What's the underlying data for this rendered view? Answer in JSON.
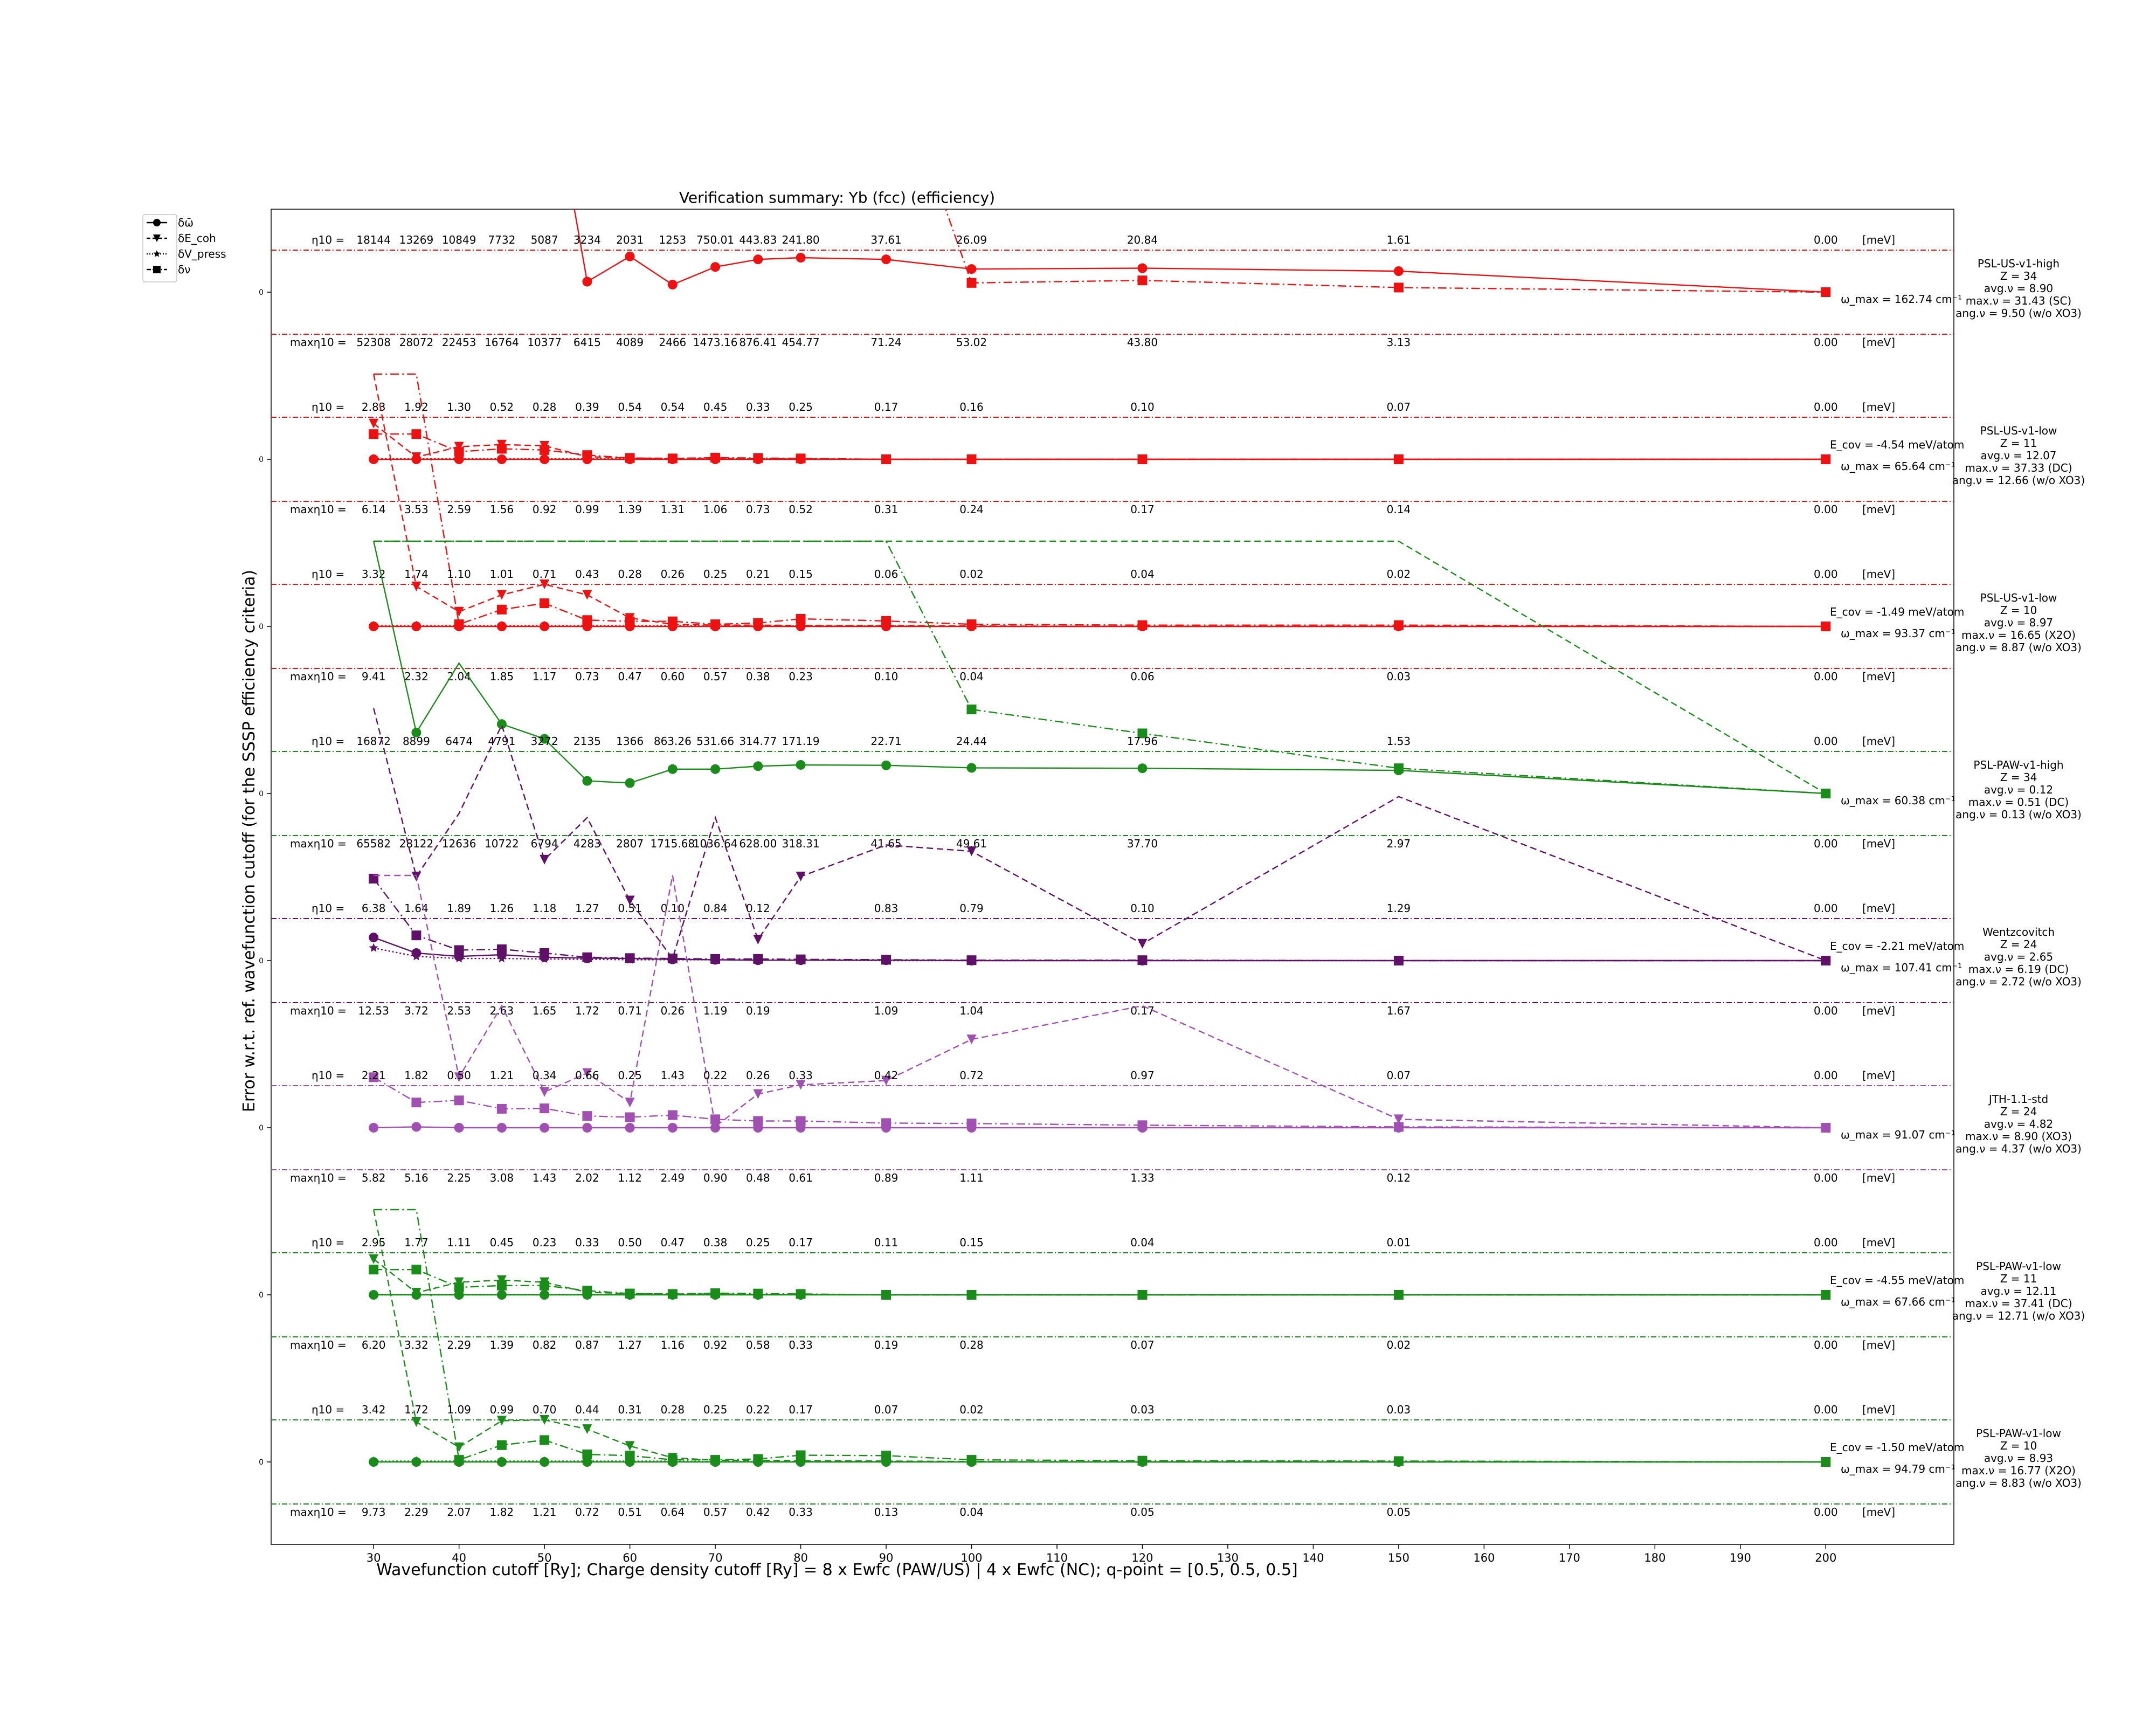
{
  "chart_data": {
    "type": "line",
    "title": "Verification summary: Yb (fcc) (efficiency)",
    "xlabel": "Wavefunction cutoff [Ry]; Charge density cutoff [Ry] = 8 x Ewfc (PAW/US) | 4 x Ewfc (NC); q-point = [0.5, 0.5, 0.5]",
    "ylabel": "Error w.r.t. ref. wavefunction cutoff (for the SSSP efficiency criteria)",
    "xlim": [
      18,
      215
    ],
    "x_ticks": [
      30,
      40,
      50,
      60,
      70,
      80,
      90,
      100,
      110,
      120,
      130,
      140,
      150,
      160,
      170,
      180,
      190,
      200
    ],
    "x": [
      30,
      35,
      40,
      45,
      50,
      55,
      60,
      65,
      70,
      75,
      80,
      90,
      100,
      120,
      150,
      200
    ],
    "grid": false,
    "legend_position": "top-left outside",
    "zero_tick": "0",
    "eta_label": "η10 =",
    "max_eta_label": "maxη10 =",
    "unit_label": "[meV]",
    "legend": [
      {
        "label": "δω̄",
        "style": "solid",
        "marker": "circle"
      },
      {
        "label": "δE_coh",
        "style": "dashed",
        "marker": "triangle-down"
      },
      {
        "label": "δV_press",
        "style": "dotted",
        "marker": "star"
      },
      {
        "label": "δν",
        "style": "dashdot",
        "marker": "square"
      }
    ],
    "bands": [
      {
        "name": "PSL-US-v1-high",
        "color": "#ee1111",
        "eta_values": [
          "18144",
          "13269",
          "10849",
          "7732",
          "5087",
          "3234",
          "2031",
          "1253",
          "750.01",
          "443.83",
          "241.80",
          "37.61",
          "26.09",
          "20.84",
          "1.61",
          "0.00"
        ],
        "max_eta_values": [
          "52308",
          "28072",
          "22453",
          "16764",
          "10377",
          "6415",
          "4089",
          "2466",
          "1473.16",
          "876.41",
          "454.77",
          "71.24",
          "53.02",
          "43.80",
          "3.13",
          "0.00"
        ],
        "meta": [
          "PSL-US-v1-high",
          "Z = 34",
          "avg.ν = 8.90",
          "max.ν = 31.43 (SC)",
          "ang.ν = 9.50 (w/o XO3)"
        ],
        "ecov": "",
        "omega": "ω_max = 162.74 cm⁻¹",
        "series": {
          "omega": [
            6.0,
            3.5,
            6.0,
            6.0,
            6.0,
            0.25,
            0.85,
            0.18,
            0.6,
            0.78,
            0.82,
            0.78,
            0.55,
            0.57,
            0.5,
            0.0
          ],
          "ecoh": [
            6.0,
            6.0,
            6.0,
            6.0,
            6.0,
            6.0,
            6.0,
            6.0,
            6.0,
            6.0,
            6.0,
            6.0,
            6.0,
            null,
            null,
            null
          ],
          "press": [],
          "nu": [
            6.0,
            6.0,
            6.0,
            6.0,
            6.0,
            6.0,
            6.0,
            6.0,
            6.0,
            6.0,
            6.0,
            6.0,
            0.22,
            0.28,
            0.11,
            0.0
          ]
        }
      },
      {
        "name": "PSL-US-v1-low",
        "color": "#ee1111",
        "eta_values": [
          "2.83",
          "1.92",
          "1.30",
          "0.52",
          "0.28",
          "0.39",
          "0.54",
          "0.54",
          "0.45",
          "0.33",
          "0.25",
          "0.17",
          "0.16",
          "0.10",
          "0.07",
          "0.00"
        ],
        "max_eta_values": [
          "6.14",
          "3.53",
          "2.59",
          "1.56",
          "0.92",
          "0.99",
          "1.39",
          "1.31",
          "1.06",
          "0.73",
          "0.52",
          "0.31",
          "0.24",
          "0.17",
          "0.14",
          "0.00"
        ],
        "meta": [
          "PSL-US-v1-low",
          "Z = 11",
          "avg.ν = 12.07",
          "max.ν = 37.33 (DC)",
          "ang.ν = 12.66 (w/o XO3)"
        ],
        "ecov": "E_cov = -4.54 meV/atom",
        "omega": "ω_max = 65.64 cm⁻¹",
        "series": {
          "omega": [
            0,
            0,
            0,
            0,
            0,
            0,
            0,
            0,
            0,
            0,
            0,
            0,
            0,
            0,
            0,
            0
          ],
          "ecoh": [
            0.85,
            0.05,
            0.3,
            0.35,
            0.32,
            0.06,
            0.03,
            0.02,
            0.02,
            0.01,
            0.01,
            0.0,
            0.0,
            0.0,
            0.0,
            0.0
          ],
          "press": [
            0.01,
            0.01,
            0.01,
            0.01,
            0.01,
            0.01,
            0.01,
            0.01,
            0.01,
            0.01,
            0.01,
            0.0,
            0.0,
            0.0,
            0.0,
            0.0
          ],
          "nu": [
            0.6,
            0.6,
            0.18,
            0.25,
            0.22,
            0.1,
            0.03,
            0.02,
            0.04,
            0.03,
            0.02,
            0.0,
            0.0,
            0.0,
            0.0,
            0.0
          ]
        }
      },
      {
        "name": "PSL-US-v1-low",
        "color": "#ee1111",
        "eta_values": [
          "3.32",
          "1.74",
          "1.10",
          "1.01",
          "0.71",
          "0.43",
          "0.28",
          "0.26",
          "0.25",
          "0.21",
          "0.15",
          "0.06",
          "0.02",
          "0.04",
          "0.02",
          "0.00"
        ],
        "max_eta_values": [
          "9.41",
          "2.32",
          "2.04",
          "1.85",
          "1.17",
          "0.73",
          "0.47",
          "0.60",
          "0.57",
          "0.38",
          "0.23",
          "0.10",
          "0.04",
          "0.06",
          "0.03",
          "0.00"
        ],
        "meta": [
          "PSL-US-v1-low",
          "Z = 10",
          "avg.ν = 8.97",
          "max.ν = 16.65 (X2O)",
          "ang.ν = 8.87 (w/o XO3)"
        ],
        "ecov": "E_cov = -1.49 meV/atom",
        "omega": "ω_max = 93.37 cm⁻¹",
        "series": {
          "omega": [
            0,
            0,
            0,
            0,
            0,
            0,
            0,
            0,
            0,
            0,
            0,
            0,
            0,
            0,
            0,
            0
          ],
          "ecoh": [
            6.0,
            0.95,
            0.35,
            0.75,
            1.0,
            0.75,
            0.2,
            0.05,
            0.03,
            0.03,
            0.02,
            0.02,
            0.01,
            0.0,
            0.0,
            0.0
          ],
          "press": [
            0.02,
            0.02,
            0.02,
            0.02,
            0.02,
            0.02,
            0.02,
            0.02,
            0.01,
            0.01,
            0.01,
            0.01,
            0.0,
            0.0,
            0.0,
            0.0
          ],
          "nu": [
            6.0,
            6.0,
            0.05,
            0.4,
            0.55,
            0.15,
            0.12,
            0.12,
            0.05,
            0.08,
            0.18,
            0.13,
            0.05,
            0.03,
            0.03,
            0.0
          ]
        }
      },
      {
        "name": "PSL-PAW-v1-high",
        "color": "#1a8c1a",
        "eta_values": [
          "16872",
          "8899",
          "6474",
          "4791",
          "3272",
          "2135",
          "1366",
          "863.26",
          "531.66",
          "314.77",
          "171.19",
          "22.71",
          "24.44",
          "17.96",
          "1.53",
          "0.00"
        ],
        "max_eta_values": [
          "65582",
          "28122",
          "12636",
          "10722",
          "6794",
          "4283",
          "2807",
          "1715.68",
          "1036.64",
          "628.00",
          "318.31",
          "41.65",
          "49.61",
          "37.70",
          "2.97",
          "0.00"
        ],
        "meta": [
          "PSL-PAW-v1-high",
          "Z = 34",
          "avg.ν = 0.12",
          "max.ν = 0.51 (DC)",
          "ang.ν = 0.13 (w/o XO3)"
        ],
        "ecov": "",
        "omega": "ω_max = 60.38 cm⁻¹",
        "series": {
          "omega": [
            6.0,
            1.45,
            3.1,
            1.65,
            1.3,
            0.3,
            0.25,
            0.58,
            0.58,
            0.65,
            0.68,
            0.67,
            0.61,
            0.6,
            0.55,
            0.0
          ],
          "ecoh": [
            6.0,
            6.0,
            6.0,
            6.0,
            6.0,
            6.0,
            6.0,
            6.0,
            6.0,
            6.0,
            6.0,
            6.0,
            6.0,
            6.0,
            6.0,
            0.0
          ],
          "press": [],
          "nu": [
            6.0,
            6.0,
            6.0,
            6.0,
            6.0,
            6.0,
            6.0,
            6.0,
            6.0,
            6.0,
            6.0,
            6.0,
            2.0,
            1.43,
            0.6,
            0.0
          ]
        }
      },
      {
        "name": "Wentzcovitch",
        "color": "#5e1166",
        "eta_values": [
          "6.38",
          "1.64",
          "1.89",
          "1.26",
          "1.18",
          "1.27",
          "0.51",
          "0.10",
          "0.84",
          "0.12",
          "",
          "0.83",
          "0.79",
          "0.10",
          "1.29",
          "0.00"
        ],
        "max_eta_values": [
          "12.53",
          "3.72",
          "2.53",
          "2.63",
          "1.65",
          "1.72",
          "0.71",
          "0.26",
          "1.19",
          "0.19",
          "",
          "1.09",
          "1.04",
          "0.17",
          "1.67",
          "0.00"
        ],
        "meta": [
          "Wentzcovitch",
          "Z = 24",
          "avg.ν = 2.65",
          "max.ν = 6.19 (DC)",
          "ang.ν = 2.72 (w/o XO3)"
        ],
        "ecov": "E_cov = -2.21 meV/atom",
        "omega": "ω_max = 107.41 cm⁻¹",
        "series": {
          "omega": [
            0.55,
            0.18,
            0.1,
            0.14,
            0.08,
            0.06,
            0.05,
            0.03,
            0.02,
            0.01,
            0.01,
            0.01,
            0.0,
            0.0,
            0.0,
            0.0
          ],
          "ecoh": [
            6.0,
            2.0,
            3.5,
            5.6,
            2.4,
            3.4,
            1.43,
            0.05,
            3.4,
            0.5,
            2.0,
            2.75,
            2.6,
            0.4,
            3.9,
            0.0
          ],
          "press": [
            0.3,
            0.1,
            0.05,
            0.05,
            0.04,
            0.03,
            0.02,
            0.02,
            0.02,
            0.01,
            0.01,
            0.0,
            0.0,
            0.0,
            0.0,
            0.0
          ],
          "nu": [
            1.95,
            0.6,
            0.25,
            0.27,
            0.18,
            0.08,
            0.06,
            0.05,
            0.04,
            0.04,
            0.03,
            0.02,
            0.01,
            0.01,
            0.0,
            0.0
          ]
        }
      },
      {
        "name": "JTH-1.1-std",
        "color": "#a050b0",
        "eta_values": [
          "2.21",
          "1.82",
          "0.50",
          "1.21",
          "0.34",
          "0.66",
          "0.25",
          "1.43",
          "0.22",
          "0.26",
          "0.33",
          "0.42",
          "0.72",
          "0.97",
          "0.07",
          "0.00"
        ],
        "max_eta_values": [
          "5.82",
          "5.16",
          "2.25",
          "3.08",
          "1.43",
          "2.02",
          "1.12",
          "2.49",
          "0.90",
          "0.48",
          "0.61",
          "0.89",
          "1.11",
          "1.33",
          "0.12",
          "0.00"
        ],
        "meta": [
          "JTH-1.1-std",
          "Z = 24",
          "avg.ν = 4.82",
          "max.ν = 8.90 (XO3)",
          "ang.ν = 4.37 (w/o XO3)"
        ],
        "ecov": "",
        "omega": "ω_max = 91.07 cm⁻¹",
        "series": {
          "omega": [
            0,
            0.02,
            0,
            0,
            0,
            0,
            0,
            0,
            0,
            0,
            0,
            0,
            0,
            0,
            0,
            0
          ],
          "ecoh": [
            6.0,
            6.0,
            1.2,
            2.9,
            0.85,
            1.3,
            0.6,
            6.0,
            0.03,
            0.8,
            1.02,
            1.12,
            2.1,
            2.9,
            0.2,
            0.0
          ],
          "press": [],
          "nu": [
            1.2,
            0.6,
            0.65,
            0.45,
            0.46,
            0.28,
            0.25,
            0.3,
            0.2,
            0.16,
            0.16,
            0.11,
            0.1,
            0.06,
            0.02,
            0.0
          ]
        }
      },
      {
        "name": "PSL-PAW-v1-low",
        "color": "#1a8c1a",
        "eta_values": [
          "2.95",
          "1.77",
          "1.11",
          "0.45",
          "0.23",
          "0.33",
          "0.50",
          "0.47",
          "0.38",
          "0.25",
          "0.17",
          "0.11",
          "0.15",
          "0.04",
          "0.01",
          "0.00"
        ],
        "max_eta_values": [
          "6.20",
          "3.32",
          "2.29",
          "1.39",
          "0.82",
          "0.87",
          "1.27",
          "1.16",
          "0.92",
          "0.58",
          "0.33",
          "0.19",
          "0.28",
          "0.07",
          "0.02",
          "0.00"
        ],
        "meta": [
          "PSL-PAW-v1-low",
          "Z = 11",
          "avg.ν = 12.11",
          "max.ν = 37.41 (DC)",
          "ang.ν = 12.71 (w/o XO3)"
        ],
        "ecov": "E_cov = -4.55 meV/atom",
        "omega": "ω_max = 67.66 cm⁻¹",
        "series": {
          "omega": [
            0,
            0,
            0,
            0,
            0,
            0,
            0,
            0,
            0,
            0,
            0,
            0,
            0,
            0,
            0,
            0
          ],
          "ecoh": [
            0.85,
            0.05,
            0.3,
            0.35,
            0.3,
            0.06,
            0.03,
            0.02,
            0.02,
            0.01,
            0.01,
            0.0,
            0.0,
            0.0,
            0.0,
            0.0
          ],
          "press": [
            0.01,
            0.01,
            0.01,
            0.01,
            0.01,
            0.01,
            0.01,
            0.01,
            0.01,
            0.01,
            0.01,
            0.0,
            0.0,
            0.0,
            0.0,
            0.0
          ],
          "nu": [
            0.6,
            0.6,
            0.18,
            0.22,
            0.22,
            0.1,
            0.03,
            0.02,
            0.04,
            0.03,
            0.02,
            0.0,
            0.0,
            0.0,
            0.0,
            0.0
          ]
        }
      },
      {
        "name": "PSL-PAW-v1-low",
        "color": "#1a8c1a",
        "eta_values": [
          "3.42",
          "1.72",
          "1.09",
          "0.99",
          "0.70",
          "0.44",
          "0.31",
          "0.28",
          "0.25",
          "0.22",
          "0.17",
          "0.07",
          "0.02",
          "0.03",
          "0.03",
          "0.00"
        ],
        "max_eta_values": [
          "9.73",
          "2.29",
          "2.07",
          "1.82",
          "1.21",
          "0.72",
          "0.51",
          "0.64",
          "0.57",
          "0.42",
          "0.33",
          "0.13",
          "0.04",
          "0.05",
          "0.05",
          "0.00"
        ],
        "meta": [
          "PSL-PAW-v1-low",
          "Z = 10",
          "avg.ν = 8.93",
          "max.ν = 16.77 (X2O)",
          "ang.ν = 8.83 (w/o XO3)"
        ],
        "ecov": "E_cov = -1.50 meV/atom",
        "omega": "ω_max = 94.79 cm⁻¹",
        "series": {
          "omega": [
            0,
            0,
            0,
            0,
            0,
            0,
            0,
            0,
            0,
            0,
            0,
            0,
            0,
            0,
            0,
            0
          ],
          "ecoh": [
            6.0,
            0.95,
            0.35,
            0.98,
            1.0,
            0.78,
            0.38,
            0.1,
            0.04,
            0.04,
            0.03,
            0.02,
            0.01,
            0.0,
            0.0,
            0.0
          ],
          "press": [
            0.02,
            0.02,
            0.02,
            0.02,
            0.02,
            0.02,
            0.02,
            0.02,
            0.01,
            0.01,
            0.01,
            0.01,
            0.0,
            0.0,
            0.0,
            0.0
          ],
          "nu": [
            6.0,
            6.0,
            0.05,
            0.4,
            0.52,
            0.18,
            0.15,
            0.05,
            0.05,
            0.07,
            0.16,
            0.15,
            0.05,
            0.03,
            0.02,
            0.0
          ]
        }
      }
    ]
  }
}
